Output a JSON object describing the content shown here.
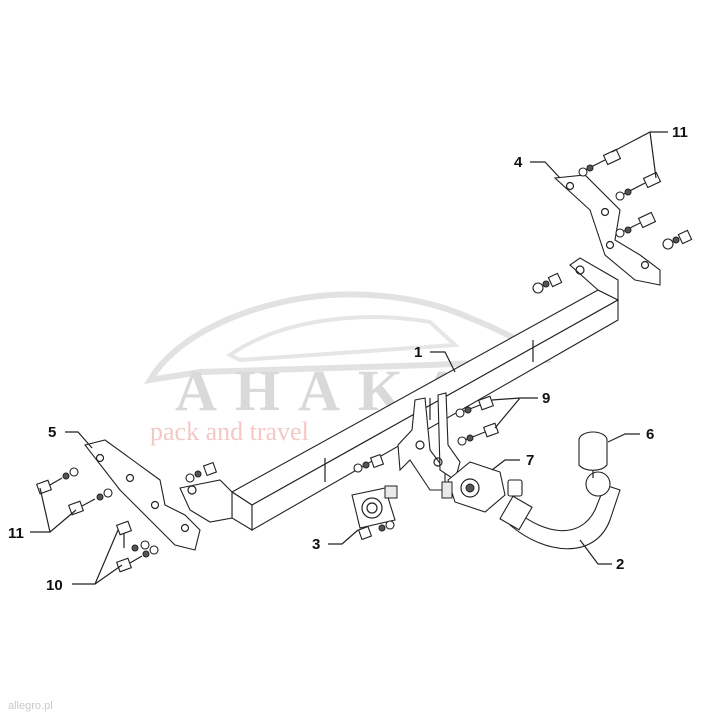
{
  "watermark": {
    "brand": "AHAKA",
    "tagline": "pack and travel"
  },
  "callouts": {
    "c1": "1",
    "c2": "2",
    "c3": "3",
    "c4": "4",
    "c5": "5",
    "c6": "6",
    "c7": "7",
    "c9": "9",
    "c10": "10",
    "c11_top": "11",
    "c11_left": "11"
  },
  "credit": "allegro.pl"
}
